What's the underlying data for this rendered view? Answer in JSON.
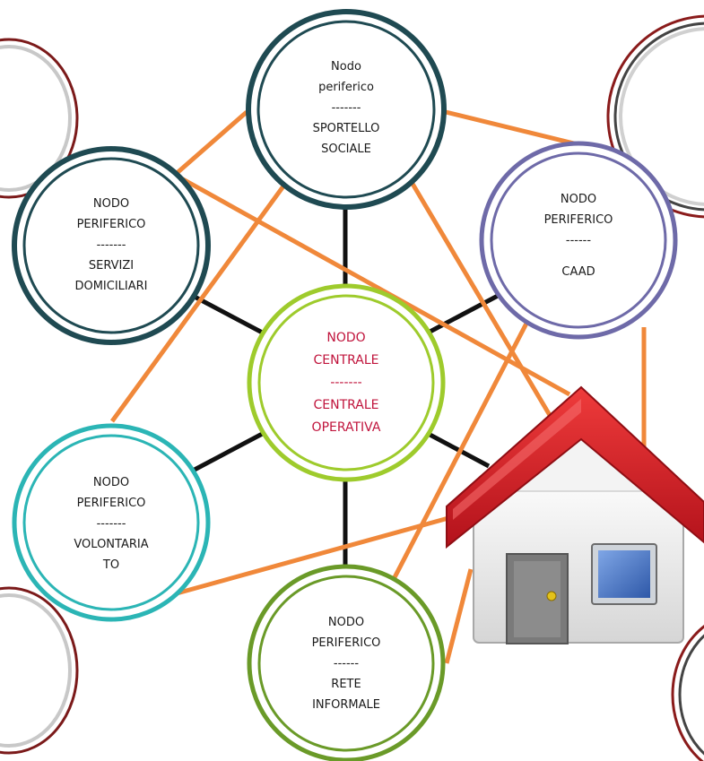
{
  "nodes": {
    "sportello": {
      "line1": "Nodo",
      "line2": "periferico",
      "line3": "-------",
      "line4": "SPORTELLO",
      "line5": "SOCIALE",
      "color": "#1f4a52"
    },
    "servizi": {
      "line1": "NODO",
      "line2": "PERIFERICO",
      "line3": "-------",
      "line4": "SERVIZI",
      "line5": "DOMICILIARI",
      "color": "#1f4a52"
    },
    "caad": {
      "line1": "NODO",
      "line2": "PERIFERICO",
      "line3": "------",
      "line4": "CAAD",
      "color": "#6e6aa8"
    },
    "centrale": {
      "line1": "NODO",
      "line2": "CENTRALE",
      "line3": "-------",
      "line4": "CENTRALE",
      "line5": "OPERATIVA",
      "color": "#9ecb2c"
    },
    "volontariato": {
      "line1": "NODO",
      "line2": "PERIFERICO",
      "line3": "-------",
      "line4": "VOLONTARIA",
      "line5": "TO",
      "color": "#2bb5b5"
    },
    "rete": {
      "line1": "NODO",
      "line2": "PERIFERICO",
      "line3": "------",
      "line4": "RETE",
      "line5": "INFORMALE",
      "color": "#6a9a28"
    }
  },
  "colors": {
    "orange_links": "#f0883a",
    "black_links": "#111111",
    "central_text": "#c0143c",
    "house_roof": "#d9232b",
    "house_wall": "#ececec",
    "house_door": "#7a7a7a",
    "house_window": "#3f6fbf",
    "bubble_outline": "#8a1b1b"
  }
}
